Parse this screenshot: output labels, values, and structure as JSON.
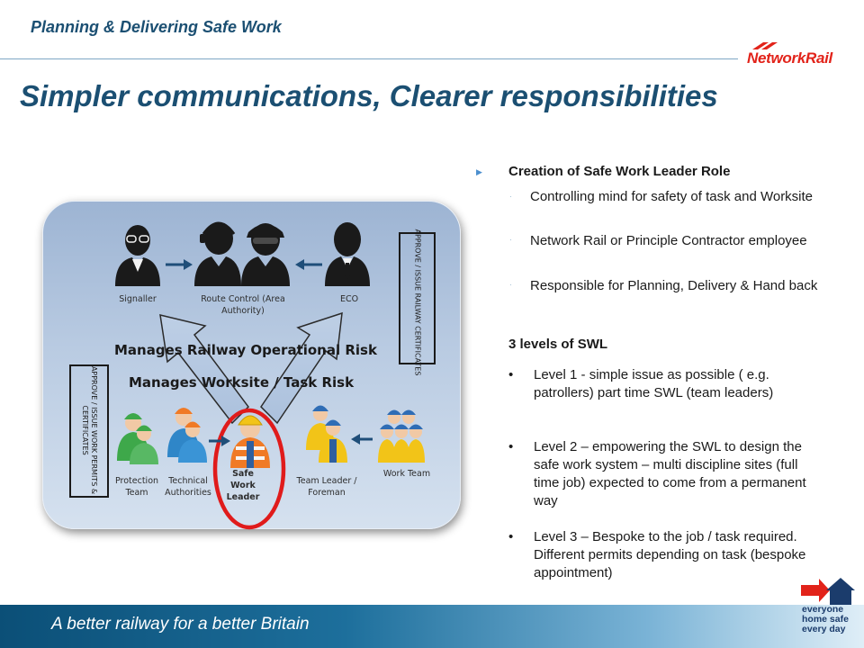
{
  "header": {
    "subtitle": "Planning & Delivering Safe Work",
    "logo_text": "NetworkRail"
  },
  "title": "Simpler communications, Clearer responsibilities",
  "diagram": {
    "top_roles": {
      "signaller": "Signaller",
      "route_control": "Route Control (Area Authority)",
      "eco": "ECO"
    },
    "risk_operational": "Manages Railway Operational Risk",
    "risk_worksite": "Manages Worksite / Task Risk",
    "bottom_roles": {
      "protection": "Protection Team",
      "technical": "Technical Authorities",
      "swl": "Safe Work Leader",
      "team_leader": "Team Leader / Foreman",
      "work_team": "Work Team"
    },
    "box_railway": "APPROVE / ISSUE RAILWAY CERTIFICATES",
    "box_work": "APPROVE / ISSUE WORK PERMITS & CERTIFICATES"
  },
  "right": {
    "heading": "Creation of Safe Work Leader Role",
    "sub_items": [
      "Controlling mind for safety of task and Worksite",
      "Network Rail or Principle Contractor employee",
      "Responsible for Planning, Delivery & Hand back"
    ],
    "levels_heading": "3 levels of SWL",
    "levels": [
      "Level  1 - simple issue as possible ( e.g. patrollers) part time SWL (team leaders)",
      "Level 2 – empowering the SWL to design the safe work system – multi discipline sites (full time job) expected to come from a permanent way",
      "Level 3 – Bespoke to the job / task required. Different permits depending on task (bespoke appointment)"
    ]
  },
  "footer": {
    "tagline": "A better railway for a better Britain",
    "ehs": [
      "everyone",
      "home safe",
      "every day"
    ]
  },
  "colors": {
    "title_blue": "#1b4f72",
    "brand_red": "#e2231a",
    "highlight_circle": "#e01b1b"
  }
}
